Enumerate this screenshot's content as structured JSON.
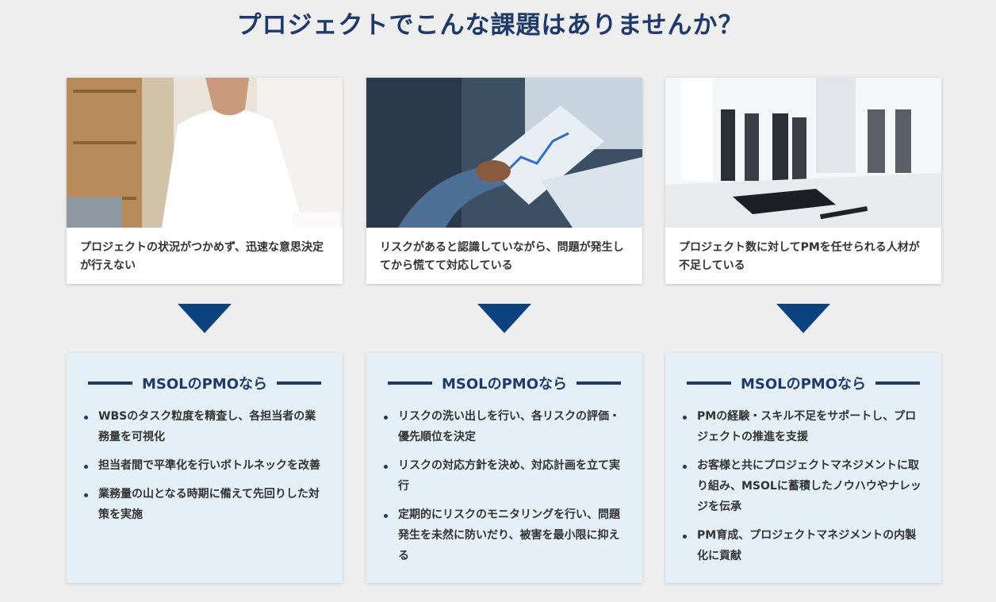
{
  "title": "プロジェクトでこんな課題はありませんか？",
  "columns": [
    {
      "problem": "プロジェクトの状況がつかめず、迅速な意思決定が行えない",
      "solution_title": "MSOLのPMOなら",
      "items": [
        "WBSのタスク粒度を精査し、各担当者の業務量を可視化",
        "担当者間で平準化を行いボトルネックを改善",
        "業務量の山となる時期に備えて先回りした対策を実施"
      ]
    },
    {
      "problem": "リスクがあると認識していながら、問題が発生してから慌てて対応している",
      "solution_title": "MSOLのPMOなら",
      "items": [
        "リスクの洗い出しを行い、各リスクの評価・優先順位を決定",
        "リスクの対応方針を決め、対応計画を立て実行",
        "定期的にリスクのモニタリングを行い、問題発生を未然に防いだり、被害を最小限に抑える"
      ]
    },
    {
      "problem": "プロジェクト数に対してPMを任せられる人材が不足している",
      "solution_title": "MSOLのPMOなら",
      "items": [
        "PMの経験・スキル不足をサポートし、プロジェクトの推進を支援",
        "お客様と共にプロジェクトマネジメントに取り組み、MSOLに蓄積したノウハウやナレッジを伝承",
        "PM育成、プロジェクトマネジメントの内製化に貢献"
      ]
    }
  ],
  "colors": {
    "title": "#1f3a6a",
    "arrow": "#0b4380",
    "solution_bg": "#e4eff6"
  }
}
